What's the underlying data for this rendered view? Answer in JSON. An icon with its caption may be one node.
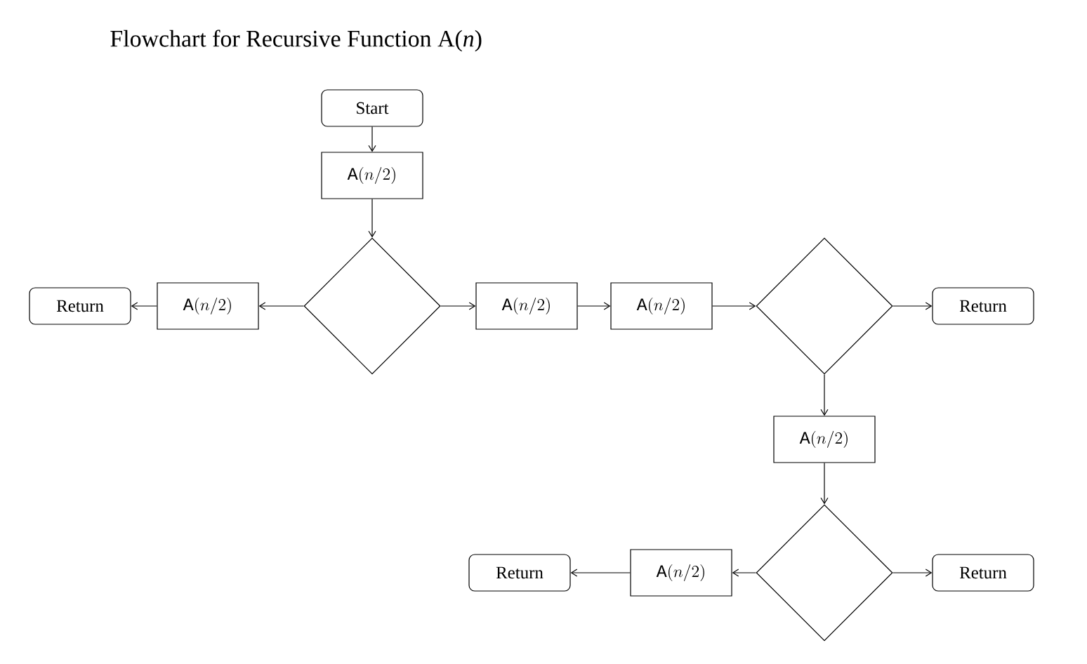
{
  "diagram": {
    "title": "Flowchart for Recursive Function A(*n*)",
    "nodes": [
      {
        "text": [
          "Start"
        ]
      },
      {
        "text": [
          "\\texttt{A}(n/2)"
        ]
      },
      {
        "text": [],
        "shape": "diamond"
      },
      {
        "text": [
          "\\texttt{A}(n/2)"
        ]
      },
      {
        "text": [
          "Return"
        ]
      },
      {
        "text": [
          "\\texttt{A}(n/2)"
        ]
      },
      {
        "text": [
          "\\texttt{A}(n/2)"
        ]
      },
      {
        "text": [],
        "shape": "diamond"
      },
      {
        "text": [
          "Return"
        ]
      },
      {
        "text": [
          "\\texttt{A}(n/2)"
        ]
      },
      {
        "text": [],
        "shape": "diamond"
      },
      {
        "text": [
          "\\texttt{A}(n/2)"
        ]
      },
      {
        "text": [
          "Return"
        ]
      },
      {
        "text": [
          "Return"
        ]
      }
    ],
    "edges": [
      {
        "from": 0,
        "to": 1,
        "arrow": "to"
      },
      {
        "from": 1,
        "to": 2,
        "arrow": "to"
      },
      {
        "from": 2,
        "to": 3,
        "arrow": "to"
      },
      {
        "from": 3,
        "to": 4,
        "arrow": "to"
      },
      {
        "from": 2,
        "to": 5,
        "arrow": "to"
      },
      {
        "from": 5,
        "to": 6,
        "arrow": "to"
      },
      {
        "from": 6,
        "to": 7,
        "arrow": "to"
      },
      {
        "from": 7,
        "to": 8,
        "arrow": "to"
      },
      {
        "from": 7,
        "to": 9,
        "arrow": "to"
      },
      {
        "from": 9,
        "to": 10,
        "arrow": "to"
      },
      {
        "from": 10,
        "to": 11,
        "arrow": "to"
      },
      {
        "from": 11,
        "to": 12,
        "arrow": "to"
      },
      {
        "from": 10,
        "to": 13,
        "arrow": "to"
      }
    ]
  }
}
